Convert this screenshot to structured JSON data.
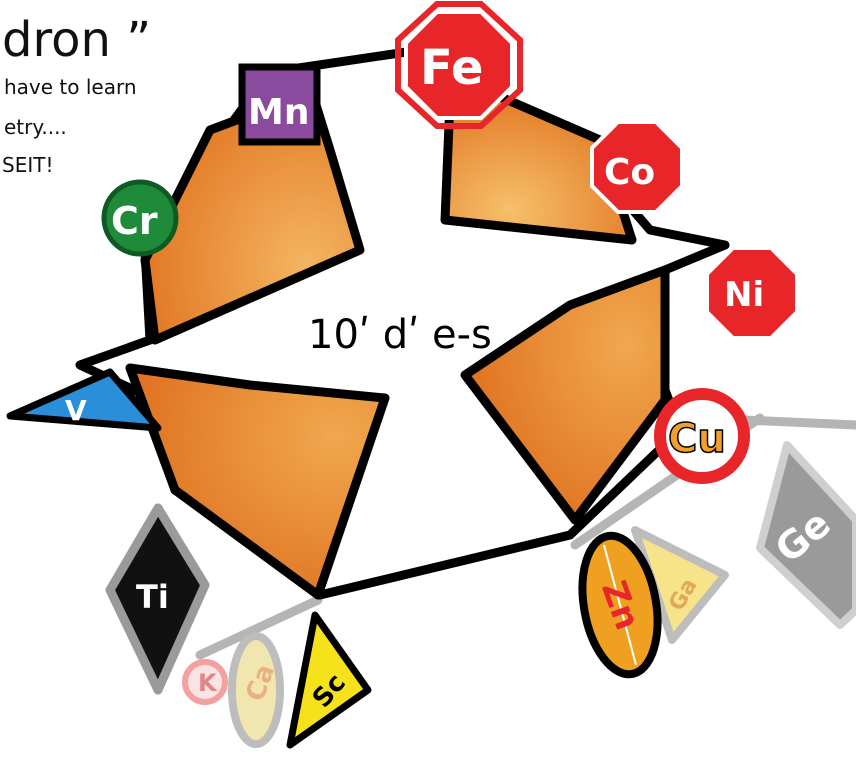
{
  "title_fragment": "dron ”",
  "note_lines": [
    "have to learn",
    "etry....",
    "SEIT!"
  ],
  "center_label": "10ʹ dʹ e-s",
  "colors": {
    "fill_orange": "#e8822a",
    "fill_orange_light": "#f4b560",
    "outline": "#000000",
    "stop_red": "#e8262a",
    "chromium_green": "#1e8a3a",
    "manganese_purple": "#8a4a9e",
    "vanadium_blue": "#2a8fd8",
    "scandium_yellow": "#f5e21a",
    "gallium_yellow": "#f7e48a",
    "germanium_gray": "#9a9a9a",
    "faded_gray": "#b5b5b5"
  },
  "elements": [
    {
      "symbol": "Sc",
      "shape": "triangle",
      "color": "yellow"
    },
    {
      "symbol": "Ti",
      "shape": "diamond",
      "color": "black"
    },
    {
      "symbol": "V",
      "shape": "triangle",
      "color": "blue"
    },
    {
      "symbol": "Cr",
      "shape": "circle",
      "color": "green"
    },
    {
      "symbol": "Mn",
      "shape": "square",
      "color": "purple"
    },
    {
      "symbol": "Fe",
      "shape": "octagon",
      "color": "red"
    },
    {
      "symbol": "Co",
      "shape": "octagon",
      "color": "red"
    },
    {
      "symbol": "Ni",
      "shape": "octagon",
      "color": "red"
    },
    {
      "symbol": "Cu",
      "shape": "circle",
      "color": "red-outline"
    },
    {
      "symbol": "Zn",
      "shape": "oval",
      "color": "orange"
    }
  ],
  "faded_elements": [
    {
      "symbol": "K",
      "shape": "circle",
      "color": "faded-red"
    },
    {
      "symbol": "Ca",
      "shape": "oval",
      "color": "faded-yellow"
    },
    {
      "symbol": "Ga",
      "shape": "triangle",
      "color": "faded-yellow"
    },
    {
      "symbol": "Ge",
      "shape": "diamond",
      "color": "gray"
    }
  ]
}
